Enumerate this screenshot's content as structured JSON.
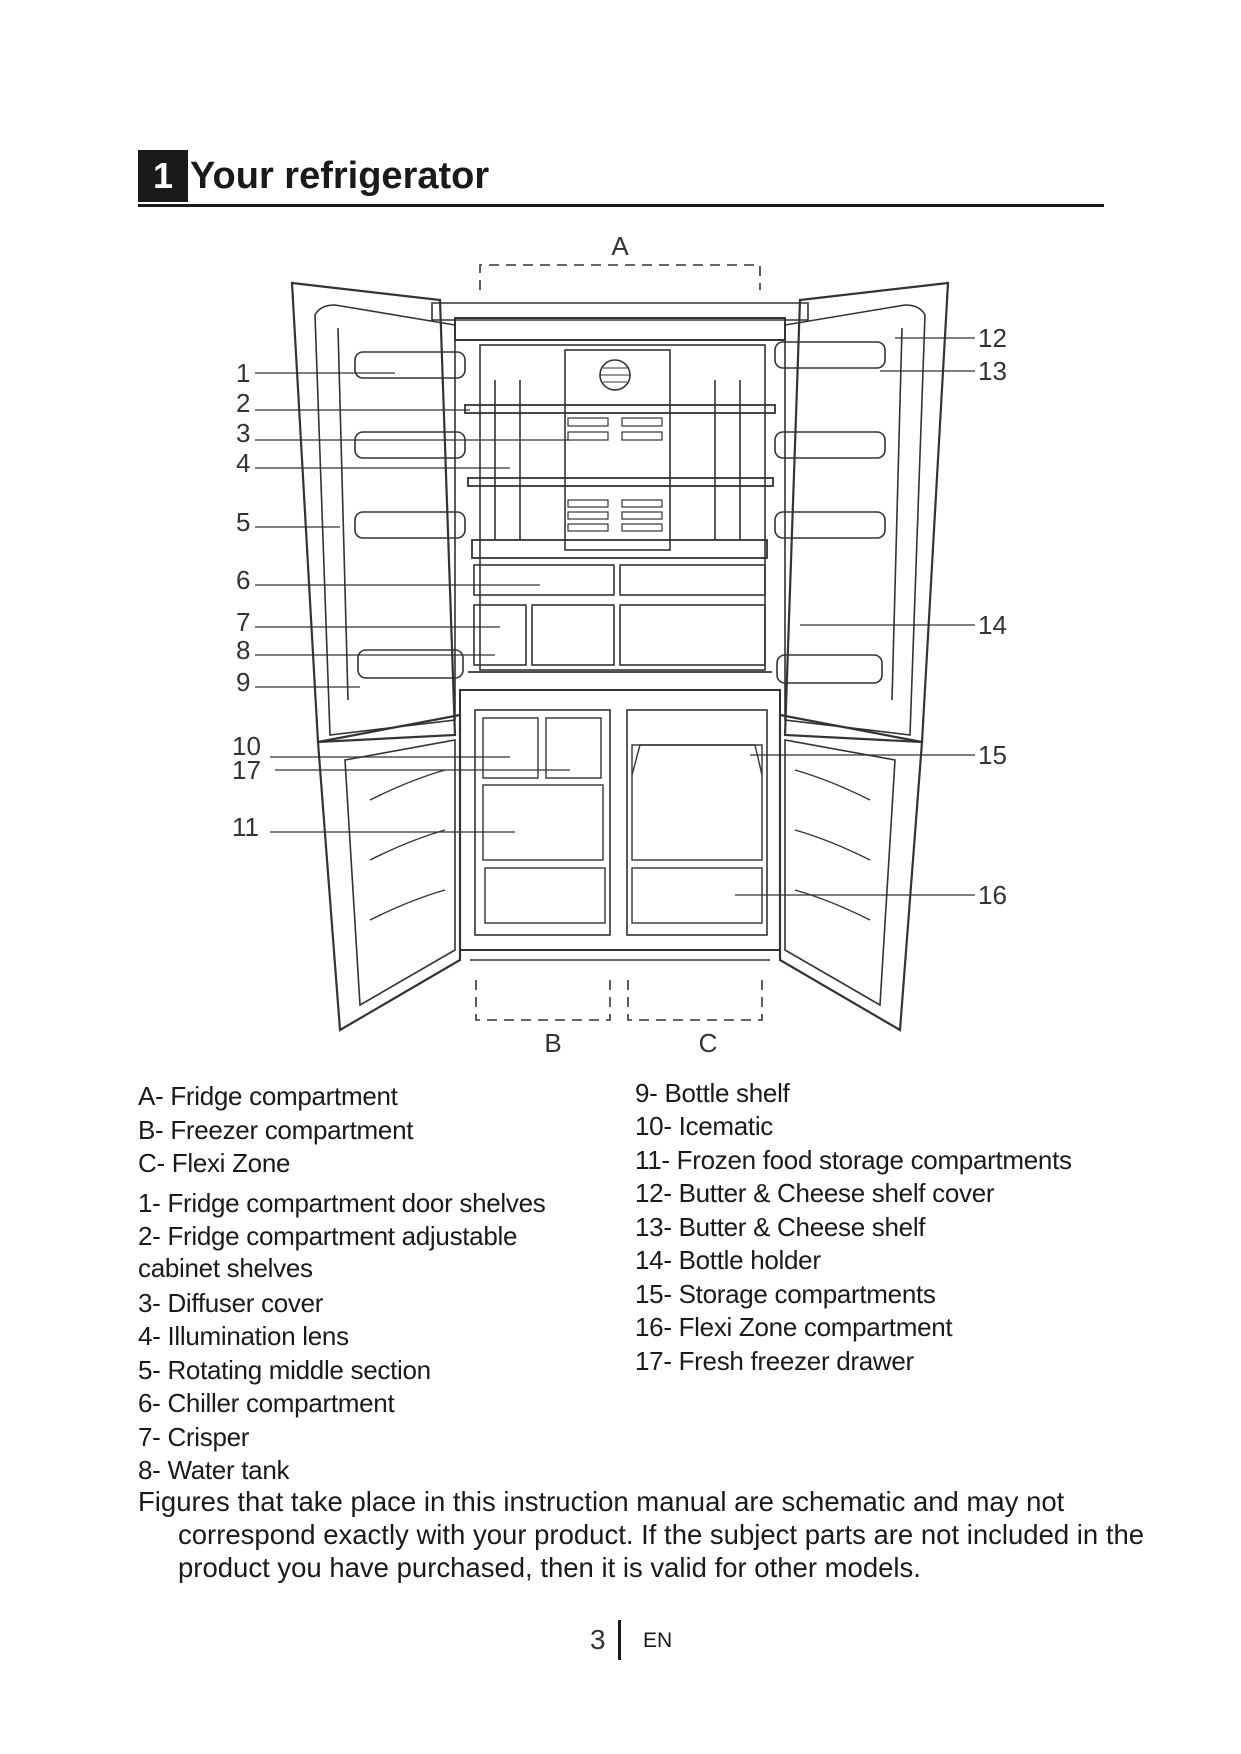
{
  "heading": {
    "number": "1",
    "title": "Your refrigerator"
  },
  "diagram": {
    "letters": {
      "a": "A",
      "b": "B",
      "c": "C"
    },
    "callouts_left": [
      "1",
      "2",
      "3",
      "4",
      "5",
      "6",
      "7",
      "8",
      "9",
      "10",
      "17",
      "11"
    ],
    "callouts_right": [
      "12",
      "13",
      "14",
      "15",
      "16"
    ]
  },
  "legend": {
    "left": [
      "A-  Fridge compartment",
      "B-  Freezer compartment",
      "C-  Flexi Zone",
      "1-  Fridge compartment door shelves",
      "2-  Fridge compartment adjustable cabinet shelves",
      "3-  Diffuser cover",
      "4-  Illumination lens",
      "5-  Rotating middle section",
      "6-   Chiller compartment",
      "7-  Crisper",
      "8-  Water tank"
    ],
    "right": [
      "9-  Bottle shelf",
      "10-  Icematic",
      "11-  Frozen food storage compartments",
      "12-  Butter & Cheese shelf cover",
      "13-  Butter & Cheese shelf",
      "14-  Bottle holder",
      "15-  Storage compartments",
      "16-  Flexi Zone compartment",
      "17-  Fresh freezer drawer"
    ]
  },
  "note": "Figures that take place in this instruction manual are schematic and may not correspond exactly with your product. If the subject parts are not included in the product you have purchased, then it is valid for other models.",
  "footer": {
    "page": "3",
    "lang": "EN"
  }
}
